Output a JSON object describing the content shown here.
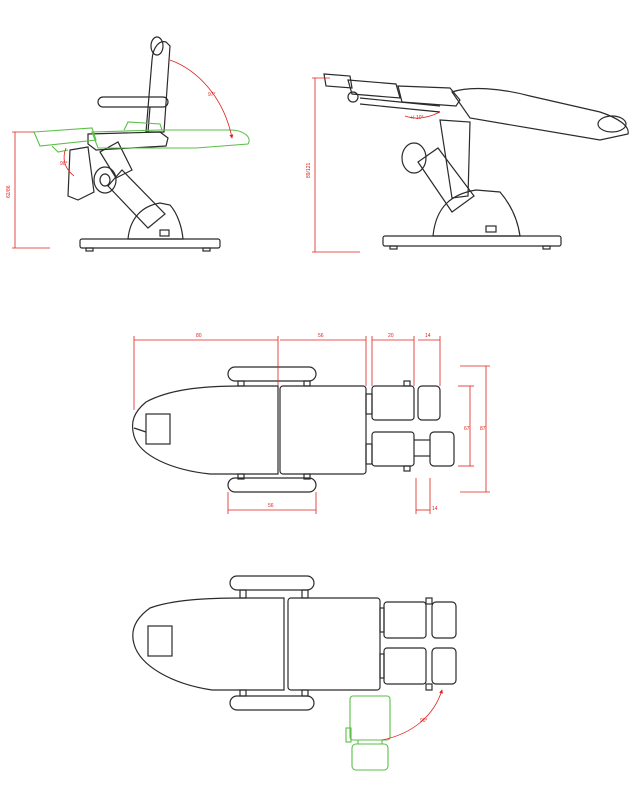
{
  "colors": {
    "outline": "#2b2b2b",
    "dimension": "#e0201b",
    "alternate_position": "#5bbf4a",
    "background": "#ffffff"
  },
  "side_upright": {
    "backrest_angle_label": "97°",
    "footrest_angle_label": "90°",
    "height_label": "62/86"
  },
  "side_flat": {
    "height_label": "89/121",
    "tilt_label": "+/-10°"
  },
  "top_view": {
    "dim_back": "80",
    "dim_seat": "56",
    "dim_leg": "20",
    "dim_foot": "14",
    "dim_arm": "56",
    "dim_leg_width": "67",
    "dim_total_width": "87",
    "dim_foot_offset": "14"
  },
  "top_view_rotated": {
    "rotation_label": "90°"
  }
}
